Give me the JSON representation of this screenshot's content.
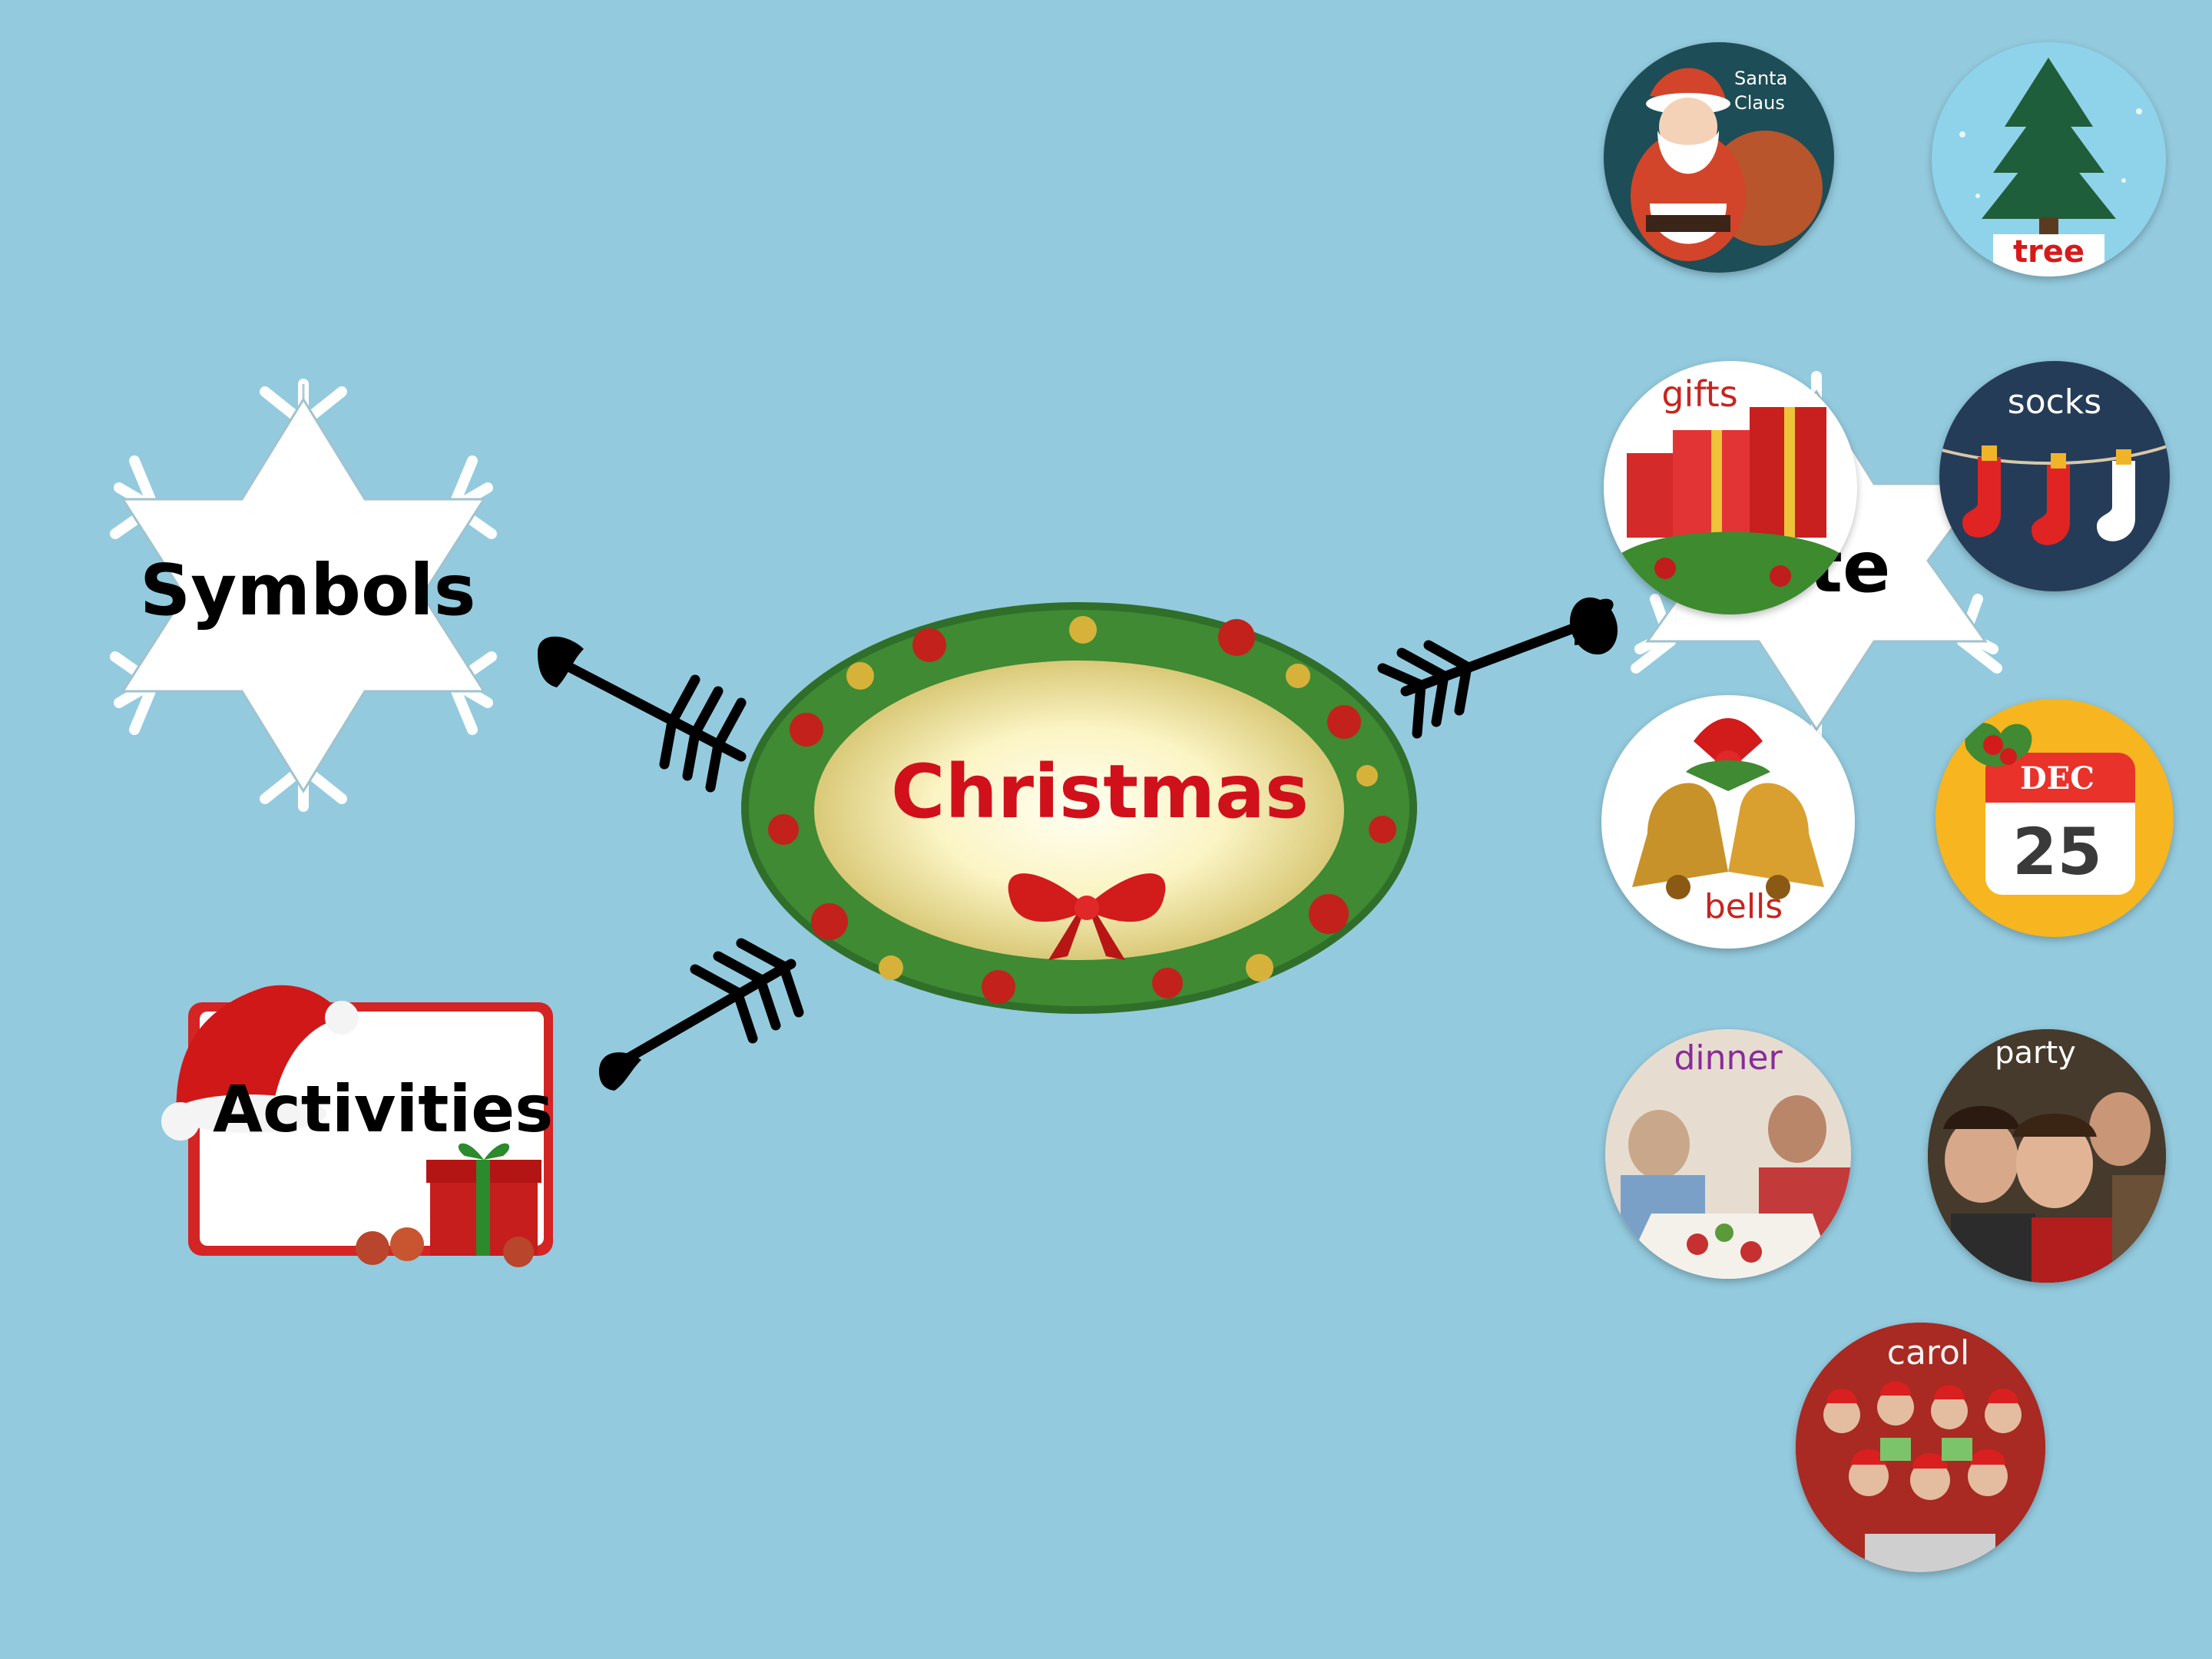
{
  "center": {
    "label": "Christmas"
  },
  "branches": {
    "symbols": {
      "label": "Symbols"
    },
    "activities": {
      "label": "Activities"
    },
    "date": {
      "label_fragment": "te"
    }
  },
  "symbol_items": [
    {
      "label": "Santa Claus",
      "line1": "Santa",
      "line2": "Claus"
    },
    {
      "label": "tree"
    },
    {
      "label": "gifts"
    },
    {
      "label": "socks"
    },
    {
      "label": "bells"
    },
    {
      "label": "DEC 25",
      "month": "DEC",
      "day": "25"
    }
  ],
  "activity_items": [
    {
      "label": "dinner"
    },
    {
      "label": "party"
    },
    {
      "label": "carol"
    }
  ],
  "colors": {
    "background": "#93cade",
    "center_text": "#d0101a",
    "gifts_label": "#c8241e",
    "bells_label": "#c8241e",
    "dinner_label": "#8a2a9a"
  }
}
